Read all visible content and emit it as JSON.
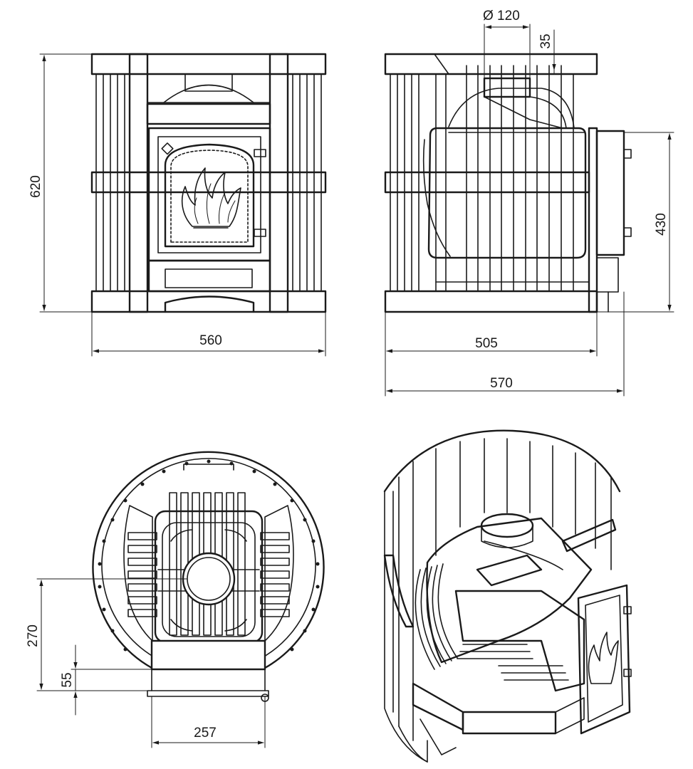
{
  "dimensions": {
    "front_height": "620",
    "front_width": "560",
    "flue_diameter": "Ø 120",
    "flue_offset": "35",
    "door_height": "430",
    "side_depth_body": "505",
    "side_depth_total": "570",
    "top_center_offset": "270",
    "top_door_offset": "55",
    "top_door_width": "257"
  },
  "colors": {
    "line": "#1a1a1a",
    "background": "#ffffff"
  }
}
